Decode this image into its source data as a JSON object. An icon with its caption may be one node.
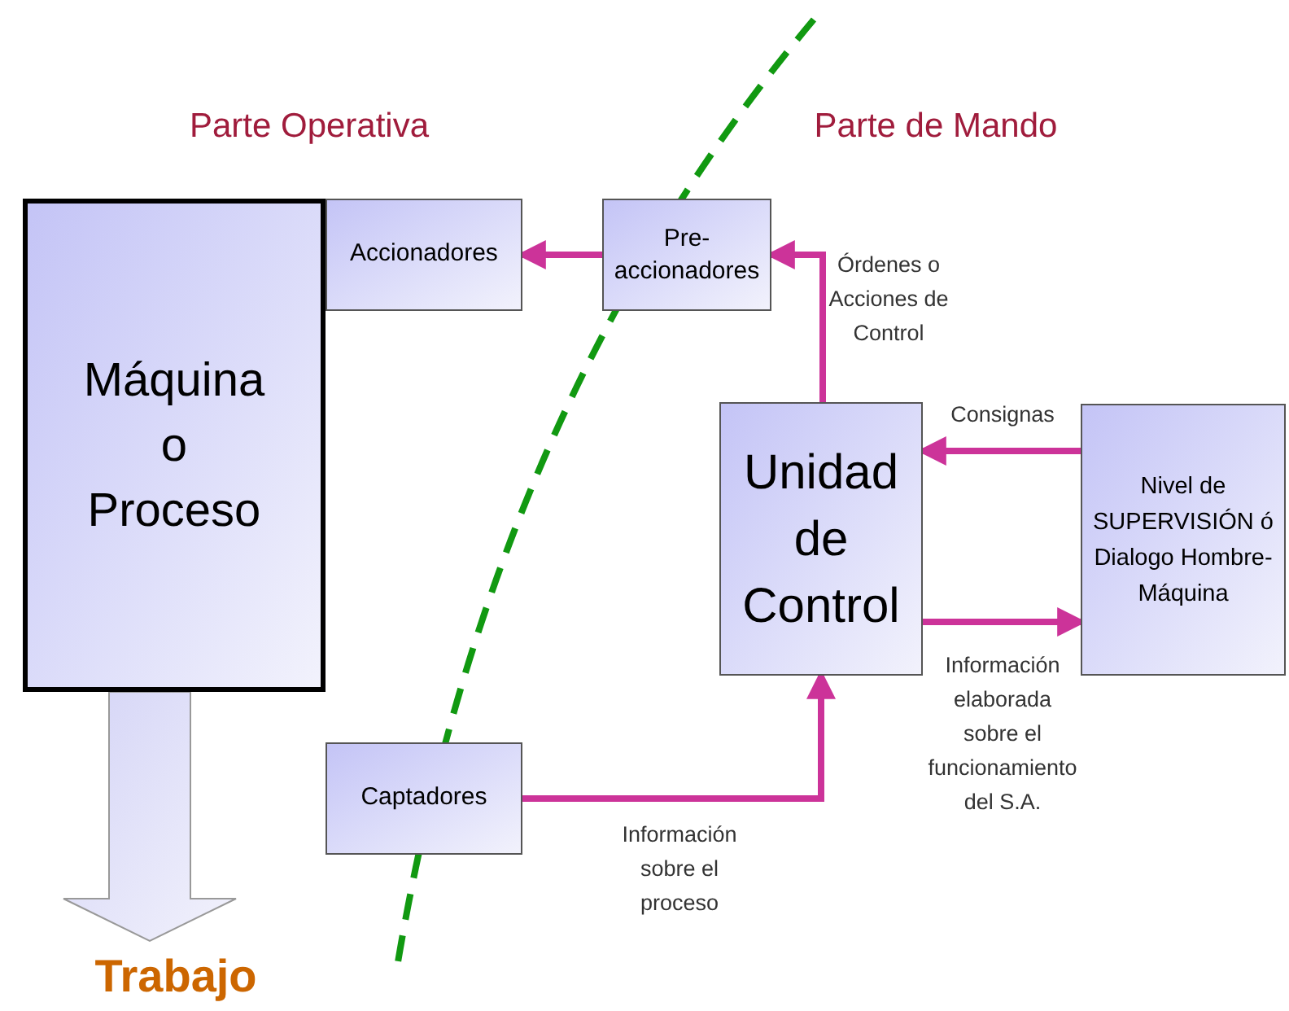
{
  "diagram": {
    "nodes": [
      {
        "text": [
          "Máquina o Proceso"
        ]
      },
      {
        "text": [
          "Accionadores"
        ]
      },
      {
        "text": [
          "Pre-accionadores"
        ]
      },
      {
        "text": [
          "Unidad de Control"
        ]
      },
      {
        "text": [
          "Nivel de SUPERVISIÓN ó Dialogo Hombre-Máquina"
        ]
      },
      {
        "text": [
          "Captadores"
        ]
      },
      {
        "text": [
          "Trabajo"
        ]
      }
    ],
    "edges": [
      {
        "from": 2,
        "to": 1,
        "arrow": "to"
      },
      {
        "from": 3,
        "to": 2,
        "arrow": "to",
        "label": "Órdenes o Acciones de Control"
      },
      {
        "from": 4,
        "to": 3,
        "arrow": "to",
        "label": "Consignas"
      },
      {
        "from": 3,
        "to": 4,
        "arrow": "to",
        "label": "Información elaborada sobre el funcionamiento del S.A."
      },
      {
        "from": 5,
        "to": 3,
        "arrow": "to",
        "label": "Información sobre el proceso"
      },
      {
        "from": 0,
        "to": 6,
        "arrow": "to",
        "style": "thick",
        "color": "#d4d4f6"
      }
    ],
    "labels": [
      "Parte Operativa",
      "Parte de Mando"
    ]
  }
}
